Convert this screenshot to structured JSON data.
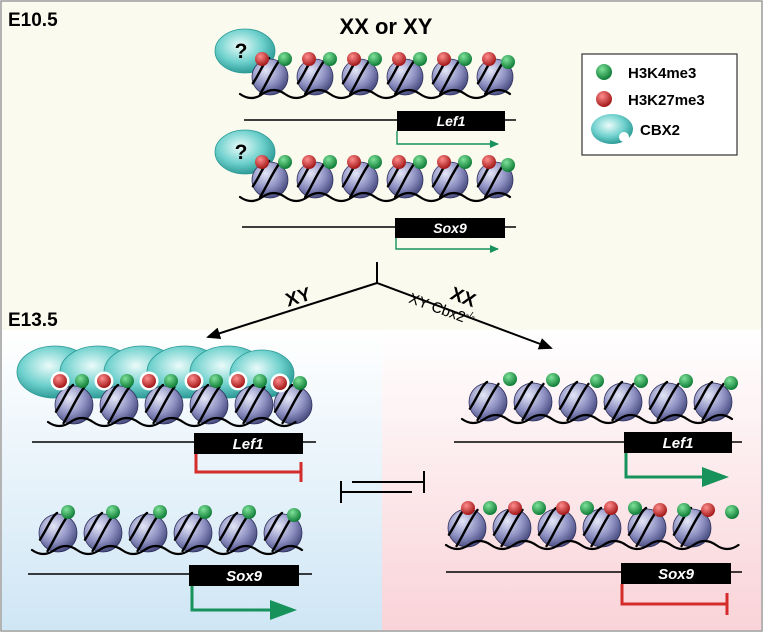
{
  "stages": {
    "early": "E10.5",
    "late": "E13.5"
  },
  "title": "XX or XY",
  "question_mark": "?",
  "genes": {
    "lef1": "Lef1",
    "sox9": "Sox9"
  },
  "branches": {
    "left": "XY",
    "right_main": "XX",
    "right_alt_prefix": "XY Cbx2",
    "right_alt_superscript": "-/-"
  },
  "legend": [
    {
      "label": "H3K4me3",
      "color": "#1a9e4a"
    },
    {
      "label": "H3K27me3",
      "color": "#d42b2b"
    },
    {
      "label": "CBX2",
      "color": "#4fc4c0"
    }
  ],
  "colors": {
    "active_arrow": "#16925a",
    "repressed": "#d42b2b",
    "nucleosome": "#8c8fbf",
    "left_panel": "#cfe6f5",
    "right_panel": "#f9d5d9",
    "top_panel": "#fbfaef"
  }
}
